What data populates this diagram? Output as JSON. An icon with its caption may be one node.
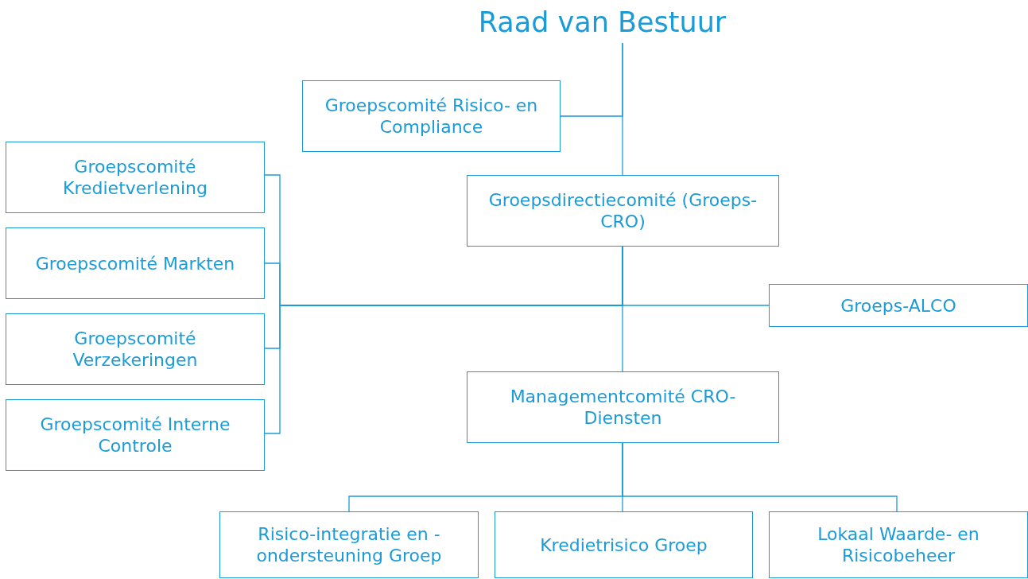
{
  "diagram": {
    "nodes": [
      {
        "text": [
          "Raad van Bestuur"
        ]
      },
      {
        "text": [
          "Groepscomité Risico- en Compliance"
        ]
      },
      {
        "text": [
          "Groepscomité Kredietverlening"
        ]
      },
      {
        "text": [
          "Groepscomité Markten"
        ]
      },
      {
        "text": [
          "Groepscomité Verzekeringen"
        ]
      },
      {
        "text": [
          "Groepscomité Interne Controle"
        ]
      },
      {
        "text": [
          "Groepsdirectiecomité (Groeps-CRO)"
        ]
      },
      {
        "text": [
          "Groeps-ALCO"
        ]
      },
      {
        "text": [
          "Managementcomité CRO-Diensten"
        ]
      },
      {
        "text": [
          "Risico-integratie en -ondersteuning Groep"
        ]
      },
      {
        "text": [
          "Kredietrisico Groep"
        ]
      },
      {
        "text": [
          "Lokaal Waarde- en Risicobeheer"
        ]
      }
    ],
    "edges": [
      {
        "from": 0,
        "to": 1,
        "arrow": "none"
      },
      {
        "from": 0,
        "to": 6,
        "arrow": "none"
      },
      {
        "from": 6,
        "to": 7,
        "arrow": "none"
      },
      {
        "from": 6,
        "to": 2,
        "arrow": "none"
      },
      {
        "from": 6,
        "to": 3,
        "arrow": "none"
      },
      {
        "from": 6,
        "to": 4,
        "arrow": "none"
      },
      {
        "from": 6,
        "to": 5,
        "arrow": "none"
      },
      {
        "from": 6,
        "to": 8,
        "arrow": "none"
      },
      {
        "from": 8,
        "to": 9,
        "arrow": "none"
      },
      {
        "from": 8,
        "to": 10,
        "arrow": "none"
      },
      {
        "from": 8,
        "to": 11,
        "arrow": "none"
      }
    ]
  }
}
